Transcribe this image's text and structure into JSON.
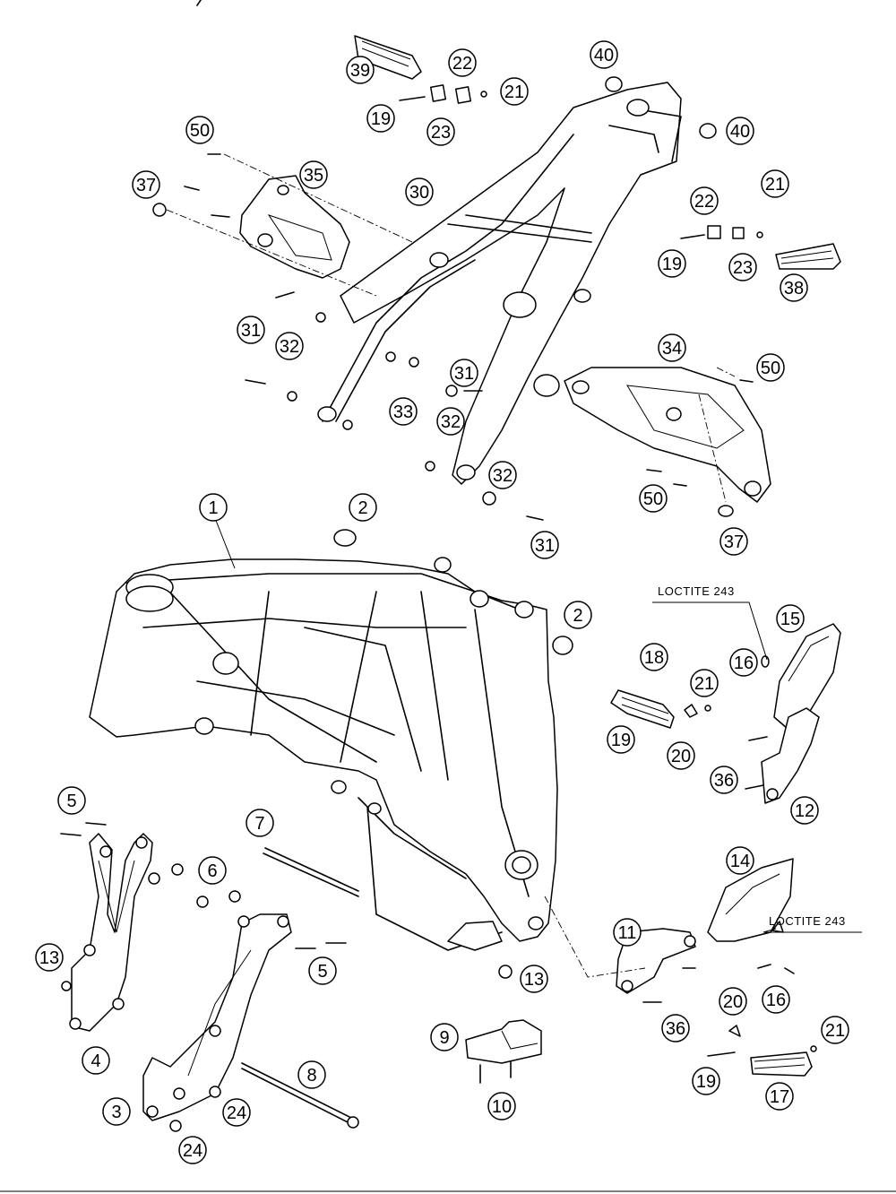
{
  "callouts": [
    {
      "num": "1"
    },
    {
      "num": "2"
    },
    {
      "num": "2"
    },
    {
      "num": "3"
    },
    {
      "num": "4"
    },
    {
      "num": "5"
    },
    {
      "num": "5"
    },
    {
      "num": "6"
    },
    {
      "num": "7"
    },
    {
      "num": "8"
    },
    {
      "num": "9"
    },
    {
      "num": "10"
    },
    {
      "num": "11"
    },
    {
      "num": "12"
    },
    {
      "num": "13"
    },
    {
      "num": "13"
    },
    {
      "num": "14"
    },
    {
      "num": "15"
    },
    {
      "num": "16"
    },
    {
      "num": "16"
    },
    {
      "num": "17"
    },
    {
      "num": "18"
    },
    {
      "num": "19"
    },
    {
      "num": "19"
    },
    {
      "num": "19"
    },
    {
      "num": "19"
    },
    {
      "num": "20"
    },
    {
      "num": "20"
    },
    {
      "num": "21"
    },
    {
      "num": "21"
    },
    {
      "num": "21"
    },
    {
      "num": "21"
    },
    {
      "num": "22"
    },
    {
      "num": "22"
    },
    {
      "num": "23"
    },
    {
      "num": "23"
    },
    {
      "num": "24"
    },
    {
      "num": "24"
    },
    {
      "num": "30"
    },
    {
      "num": "31"
    },
    {
      "num": "31"
    },
    {
      "num": "31"
    },
    {
      "num": "32"
    },
    {
      "num": "32"
    },
    {
      "num": "32"
    },
    {
      "num": "33"
    },
    {
      "num": "34"
    },
    {
      "num": "35"
    },
    {
      "num": "36"
    },
    {
      "num": "36"
    },
    {
      "num": "37"
    },
    {
      "num": "37"
    },
    {
      "num": "38"
    },
    {
      "num": "39"
    },
    {
      "num": "40"
    },
    {
      "num": "40"
    },
    {
      "num": "50"
    },
    {
      "num": "50"
    },
    {
      "num": "50"
    }
  ],
  "notes": {
    "loctite_upper": "LOCTITE 243",
    "loctite_lower": "LOCTITE 243"
  }
}
